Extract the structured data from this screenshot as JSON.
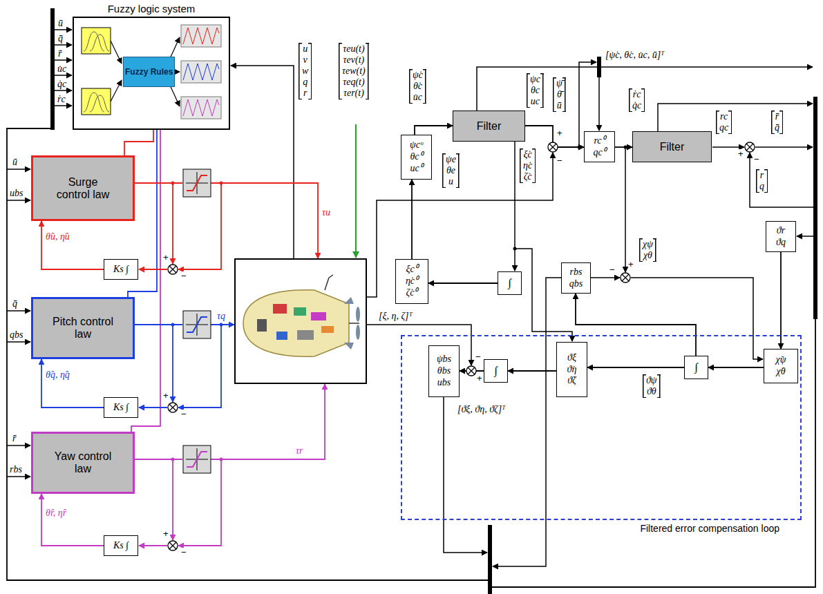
{
  "diagram": {
    "nodes": [
      {
        "text": [
          "Fuzzy logic system"
        ]
      },
      {
        "text": [
          "Fuzzy Rules"
        ],
        "in": 0
      },
      {
        "text": [
          "Surge control law"
        ]
      },
      {
        "text": [
          "Ks ∫"
        ]
      },
      {
        "text": [
          "Pitch control law"
        ]
      },
      {
        "text": [
          "Ks ∫"
        ]
      },
      {
        "text": [
          "Yaw control law"
        ]
      },
      {
        "text": [
          "Ks ∫"
        ]
      },
      {
        "text": [
          "ψcᵒ θc⁰ uc⁰"
        ]
      },
      {
        "text": [
          "Filter"
        ]
      },
      {
        "text": [
          "rc⁰ qc⁰"
        ]
      },
      {
        "text": [
          "Filter"
        ]
      },
      {
        "text": [
          "ξc⁰ η̇c⁰ ζ̇c⁰"
        ]
      },
      {
        "text": [
          "∫"
        ]
      },
      {
        "text": [
          "rbs qbs"
        ]
      },
      {
        "text": [
          "ϑr ϑq"
        ]
      },
      {
        "text": [
          "Filtered error compensation loop"
        ]
      },
      {
        "text": [
          "ψbs θbs ubs"
        ],
        "in": 16
      },
      {
        "text": [
          "∫"
        ],
        "in": 16
      },
      {
        "text": [
          "ϑ̇ξ ϑ̇η ϑ̇ζ"
        ],
        "in": 16
      },
      {
        "text": [
          "∫"
        ],
        "in": 16
      },
      {
        "text": [
          "χ̇ψ χ̇θ"
        ],
        "in": 16
      }
    ],
    "edges": [
      {
        "from": 0,
        "to": 2,
        "arrow": "none"
      },
      {
        "from": 0,
        "to": 4,
        "arrow": "none"
      },
      {
        "from": 0,
        "to": 6,
        "arrow": "none"
      },
      {
        "from": 3,
        "to": 2,
        "arrow": "to"
      },
      {
        "from": 5,
        "to": 4,
        "arrow": "to"
      },
      {
        "from": 7,
        "to": 6,
        "arrow": "to"
      },
      {
        "from": 12,
        "to": 8,
        "arrow": "to"
      },
      {
        "from": 8,
        "to": 9,
        "arrow": "to"
      },
      {
        "from": 9,
        "to": 10,
        "arrow": "to"
      },
      {
        "from": 10,
        "to": 11,
        "arrow": "to"
      },
      {
        "from": 13,
        "to": 12,
        "arrow": "to"
      },
      {
        "from": 19,
        "to": 18,
        "arrow": "to"
      },
      {
        "from": 18,
        "to": 17,
        "arrow": "to"
      },
      {
        "from": 21,
        "to": 20,
        "arrow": "to"
      },
      {
        "from": 20,
        "to": 19,
        "arrow": "to"
      },
      {
        "from": 20,
        "to": 14,
        "arrow": "to"
      },
      {
        "from": 15,
        "to": 21,
        "arrow": "to"
      }
    ],
    "labels": [
      "ū",
      "q̄",
      "r̄",
      "u̇c",
      "q̇c",
      "ṙc",
      "ū",
      "ubs",
      "θ̂u, η̂u",
      "τu",
      "q̄",
      "qbs",
      "θ̂q, η̂q",
      "τq",
      "r̄",
      "rbs",
      "θ̂r, η̂r",
      "τr",
      "u v w q r",
      "τeu(t) τev(t) τew(t) τeq(t) τer(t)",
      "ψ̇c θ̇c u̇c",
      "[ψ̇c, θ̇c, u̇c, ū]ᵀ",
      "ψc θc uc",
      "ψ̄ θ̄ ū",
      "ṙc q̇c",
      "rc qc",
      "r̄ q̄",
      "ψe θe u",
      "ξ̇c η̇c ζ̇c",
      "r q",
      "[ξ, η, ζ]ᵀ",
      "χψ χθ",
      "ϑψ ϑθ",
      "[ϑξ, ϑη, ϑζ]ᵀ",
      "+",
      "−",
      "+",
      "−",
      "+",
      "−",
      "+",
      "−",
      "+",
      "−",
      "+",
      "−",
      "−",
      "+"
    ]
  }
}
